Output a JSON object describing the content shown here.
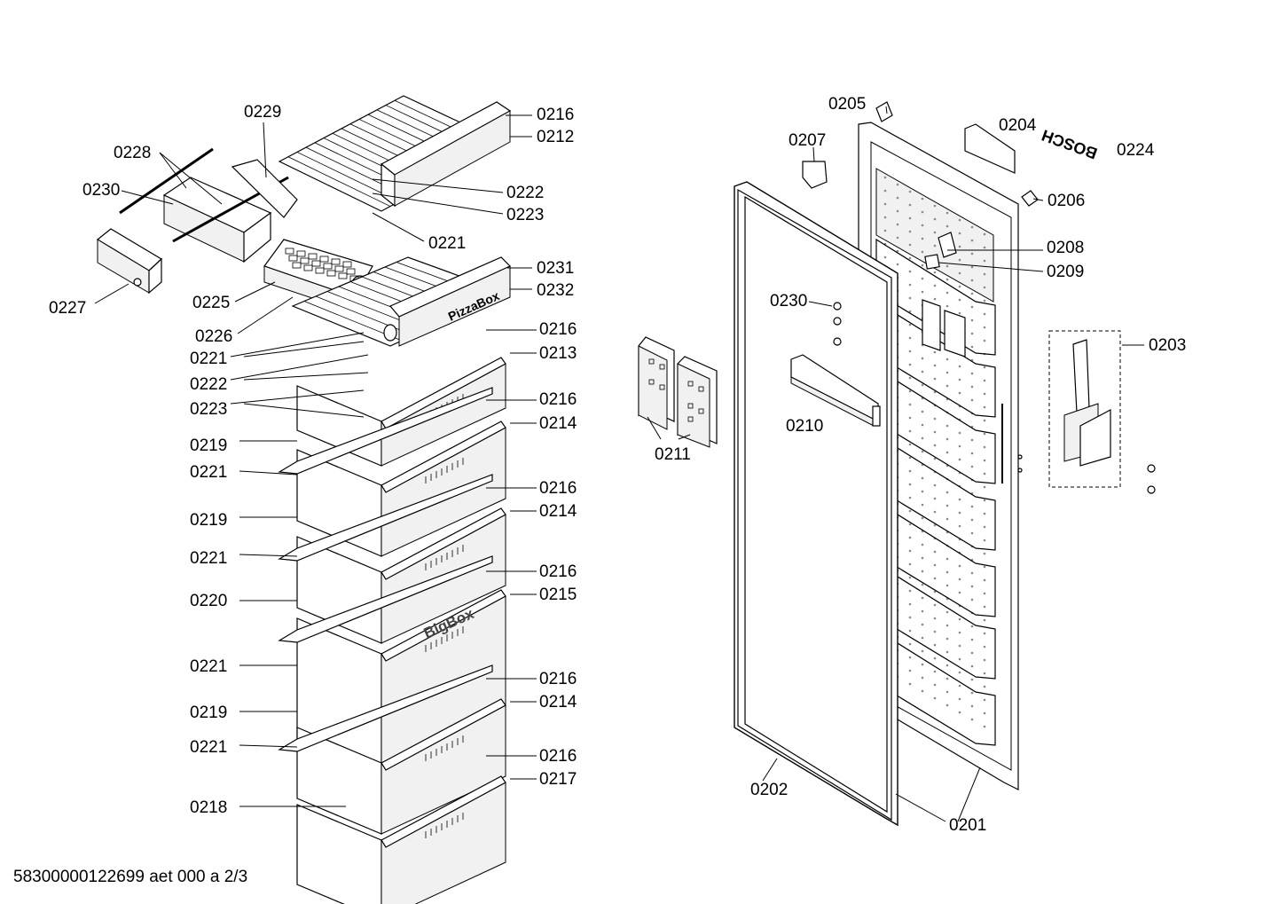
{
  "diagram": {
    "footer": "58300000122699 aet 000 a 2/3",
    "brand_text": "BOSCH",
    "drawer_text": {
      "pizza_box": "PizzaBox",
      "big_box": "BigBox"
    },
    "labels": {
      "l0229": "0229",
      "l0228": "0228",
      "l0230a": "0230",
      "l0227": "0227",
      "l0225": "0225",
      "l0226": "0226",
      "l0221a": "0221",
      "l0222a": "0222",
      "l0223a": "0223",
      "l0219a": "0219",
      "l0221b": "0221",
      "l0219b": "0219",
      "l0221c": "0221",
      "l0220": "0220",
      "l0221d": "0221",
      "l0219c": "0219",
      "l0221e": "0221",
      "l0218": "0218",
      "l0216a": "0216",
      "l0212": "0212",
      "l0222b": "0222",
      "l0223b": "0223",
      "l0221f": "0221",
      "l0231": "0231",
      "l0232": "0232",
      "l0216b": "0216",
      "l0213": "0213",
      "l0216c": "0216",
      "l0214a": "0214",
      "l0216d": "0216",
      "l0214b": "0214",
      "l0216e": "0216",
      "l0215": "0215",
      "l0216f": "0216",
      "l0214c": "0214",
      "l0216g": "0216",
      "l0217": "0217",
      "l0205": "0205",
      "l0207": "0207",
      "l0204": "0204",
      "l0224": "0224",
      "l0206": "0206",
      "l0208": "0208",
      "l0209": "0209",
      "l0230b": "0230",
      "l0203": "0203",
      "l0211": "0211",
      "l0210": "0210",
      "l0202": "0202",
      "l0201": "0201"
    }
  }
}
